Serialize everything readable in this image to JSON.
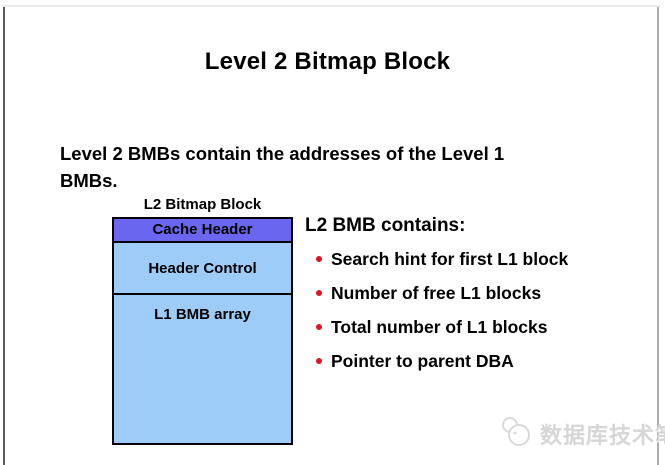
{
  "slide": {
    "title": "Level 2 Bitmap Block",
    "intro_lines": {
      "line1": "Level 2 BMBs contain the addresses of the Level 1",
      "line2": "BMBs."
    }
  },
  "diagram": {
    "label": "L2 Bitmap Block",
    "sections": [
      {
        "label": "Cache Header",
        "bg": "#6a66f0"
      },
      {
        "label": "Header Control",
        "bg": "#9dccf9"
      },
      {
        "label": "L1 BMB array",
        "bg": "#9dccf9"
      }
    ],
    "border_color": "#000000"
  },
  "content": {
    "heading": "L2 BMB contains:",
    "bullets": [
      "Search hint for first L1 block",
      "Number of free L1 blocks",
      "Total number of L1 blocks",
      "Pointer to parent DBA"
    ],
    "bullet_color": "#df1423"
  },
  "watermark": {
    "text": "数据库技术笔记",
    "color": "#d6d6d6"
  }
}
